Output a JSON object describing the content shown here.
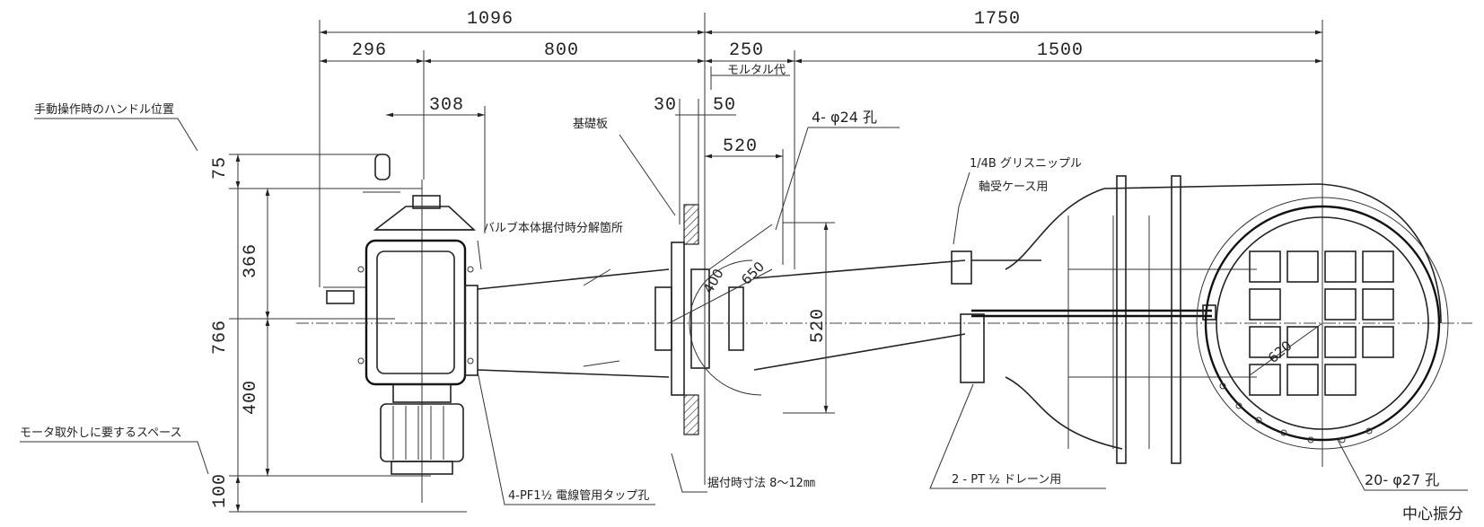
{
  "dimensions": {
    "top_left_span": "1096",
    "top_right_span": "1750",
    "d296": "296",
    "d800": "800",
    "d250": "250",
    "d1500": "1500",
    "d308": "308",
    "d30": "30",
    "d50": "50",
    "d520_top": "520",
    "d75": "75",
    "d366": "366",
    "d766": "766",
    "d400": "400",
    "d100": "100",
    "d520_side": "520",
    "d400_diag": "400",
    "d650": "650",
    "d620": "620"
  },
  "labels": {
    "mortar_allowance": "モルタル代",
    "handle_position": "手動操作時のハンドル位置",
    "motor_space": "モータ取外しに要するスペース",
    "foundation_plate": "基礎板",
    "valve_disassembly": "バルブ本体据付時分解箇所",
    "bolt_holes_4": "4- φ24 孔",
    "grease_nipple": "1/4B グリスニップル",
    "bearing_case": "軸受ケース用",
    "conduit_tap": "4-PF1½ 電線管用タップ孔",
    "install_dim": "据付時寸法 8～12㎜",
    "drain": "2 - PT ½ ドレーン用",
    "bolt_holes_20": "20- φ27 孔",
    "center_swing": "中心振分"
  }
}
